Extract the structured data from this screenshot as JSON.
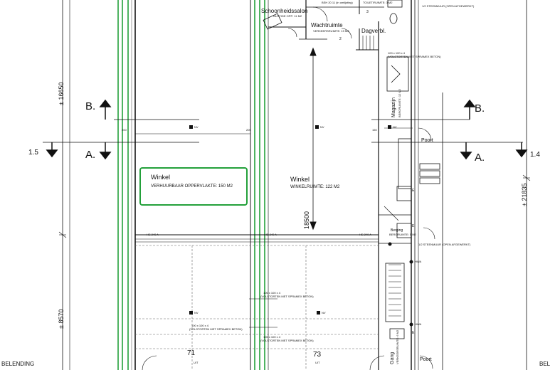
{
  "rooms": {
    "schoonheidssalon": {
      "name": "Schoonheidssalon",
      "area": "NUTTIGE OPP: 11 M2"
    },
    "bsh": {
      "label": "BSH 20 11 (in omlijsting)"
    },
    "toilet": {
      "label": "TOILET/RUIMTE: 3 M2"
    },
    "wachtruimte": {
      "name": "Wachtruimte",
      "area": "VERKEERSRUIMTE: 19 M2"
    },
    "dagverblijf": {
      "name": "Dagverbl."
    },
    "magazijn": {
      "name": "Magazijn",
      "area": "BERGRUIMTE: 12 M2"
    },
    "winkel_rent": {
      "name": "Winkel",
      "area": "VERHUURBAAR OPPERVLAKTE: 150 M2"
    },
    "winkel": {
      "name": "Winkel",
      "area": "WINKELRUIMTE: 122 M2"
    },
    "berging": {
      "name": "Berging",
      "area": "BERGRUIMTE: 5 M2"
    },
    "gang": {
      "name": "Gang",
      "area": "VERKEERSRUIMTE: 6 M2"
    },
    "poort_top": {
      "name": "Poort"
    },
    "poort_bottom": {
      "name": "Poort"
    }
  },
  "sections": {
    "b_left": "B.",
    "b_right": "B.",
    "a_left": "A.",
    "a_right": "A.",
    "level_left": "1.5",
    "level_right": "1.4"
  },
  "dimensions": {
    "d16650": "± 16650",
    "d18500": "18500",
    "d8570": "± 8570",
    "d21835": "± 21835",
    "w200a": "200",
    "w200b": "200",
    "w150": "150",
    "he240_1": "HE 240 A",
    "he240_2": "HE 240 A",
    "he240_3": "HE 240 A"
  },
  "markers": {
    "nv1": "NV",
    "nv2": "NV",
    "nv3": "NV",
    "nv4": "NV",
    "nv5": "NV",
    "hwa1": "HWA",
    "hwa2": "HWA",
    "uit1": "UIT",
    "uit2": "UIT",
    "e1": "E",
    "e2": "E",
    "e3": "E"
  },
  "notes": {
    "n1": "100 x 100 x 4",
    "n2": "(VOLSTORTEN MET SPRAMEX BETON)",
    "n3": "100 x 100 x 4",
    "n4": "(VOLSTORTEN MET SPRAMEX BETON)",
    "n5": "100 x 100 x 4",
    "n6": "(VOLSTORTEN MET SPRAMEX BETON)",
    "n7": "100 x 100 x 4",
    "n8": "(VOLSTORTEN MET SPRAMEX BETON)",
    "n9": "1/2 STEENMUUR (OPEN AFGEWERKT)",
    "n10": "1/2 STEENMUUR (OPEN AFGEWERKT)"
  },
  "numbers": {
    "unit71": "71",
    "unit73": "73",
    "n3": "3",
    "n2": "2"
  },
  "neighbours": {
    "left": "BELENDING",
    "right": "BEL"
  },
  "colors": {
    "line": "#111111",
    "green": "#23a03a",
    "grey": "#777777"
  }
}
